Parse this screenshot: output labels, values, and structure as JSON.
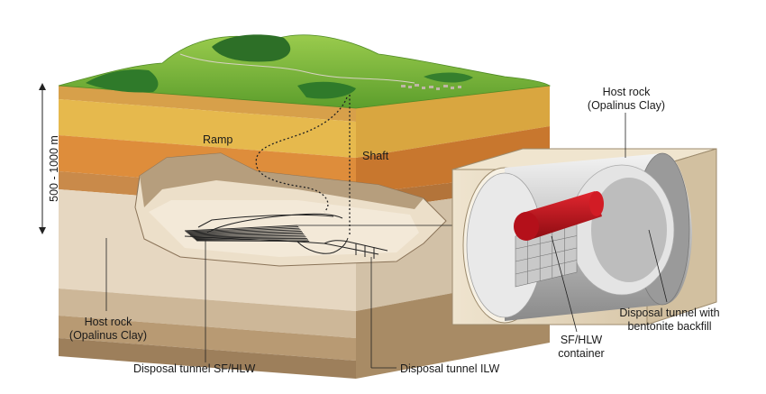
{
  "labels": {
    "depth": "500 - 1000 m",
    "ramp": "Ramp",
    "shaft": "Shaft",
    "host_rock_left_1": "Host rock",
    "host_rock_left_2": "(Opalinus Clay)",
    "host_rock_right_1": "Host rock",
    "host_rock_right_2": "(Opalinus Clay)",
    "tunnel_sf": "Disposal tunnel SF/HLW",
    "tunnel_ilw": "Disposal tunnel ILW",
    "backfill_1": "Disposal tunnel with",
    "backfill_2": "bentonite backfill",
    "container_1": "SF/HLW",
    "container_2": "container"
  },
  "colors": {
    "grass": "#7dbb3a",
    "forest": "#2f7a2a",
    "layer_yellow": "#e8b94a",
    "layer_orange": "#d98a3a",
    "host_rock": "#e3d3bd",
    "lower_layers": "#c9b08f",
    "container_red": "#c8141e",
    "bentonite": "#cfcfcf"
  }
}
